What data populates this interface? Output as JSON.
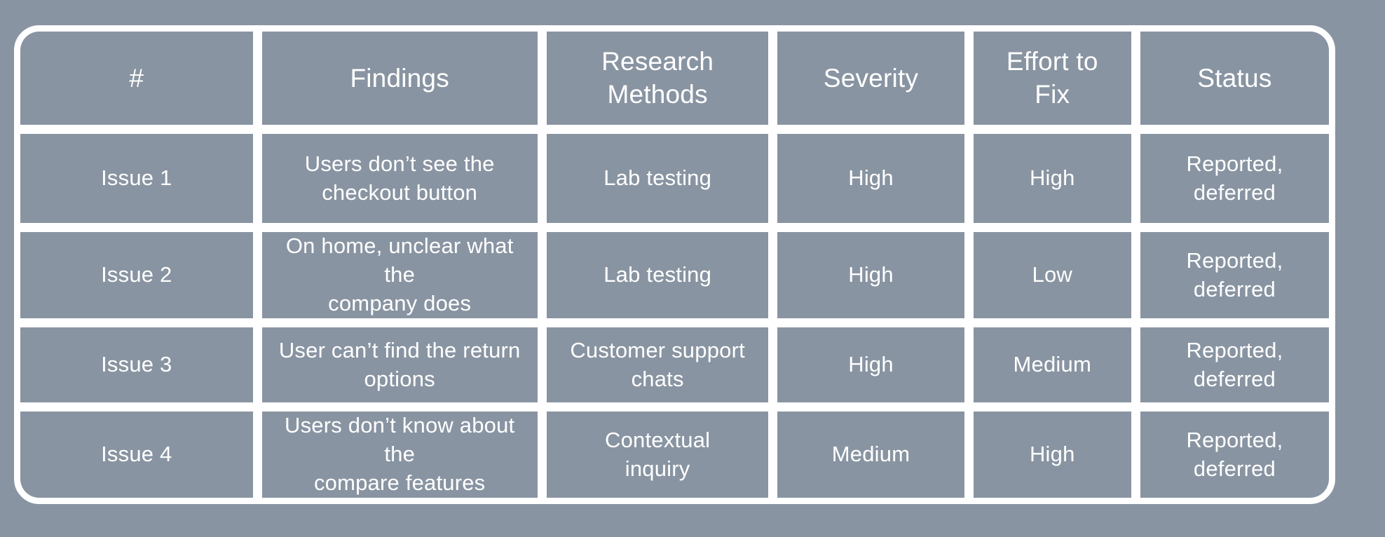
{
  "style": {
    "page_background_color": "#8994A2",
    "cell_background_color": "#8994A2",
    "divider_color": "#FFFFFF",
    "border_color": "#FFFFFF",
    "text_color": "#FFFFFF"
  },
  "table": {
    "header_display": [
      "#",
      "Findings",
      "Research\nMethods",
      "Severity",
      "Effort to\nFix",
      "Status"
    ],
    "rows_display": [
      [
        "Issue 1",
        "Users don’t see the\ncheckout button",
        "Lab testing",
        "High",
        "High",
        "Reported,\ndeferred"
      ],
      [
        "Issue 2",
        "On home, unclear what the\ncompany does",
        "Lab testing",
        "High",
        "Low",
        "Reported,\ndeferred"
      ],
      [
        "Issue 3",
        "User can’t find the return\noptions",
        "Customer support\nchats",
        "High",
        "Medium",
        "Reported,\ndeferred"
      ],
      [
        "Issue 4",
        "Users don’t know about the\ncompare features",
        "Contextual\ninquiry",
        "Medium",
        "High",
        "Reported,\ndeferred"
      ]
    ]
  },
  "chart_data": {
    "type": "table",
    "columns": [
      "#",
      "Findings",
      "Research Methods",
      "Severity",
      "Effort to Fix",
      "Status"
    ],
    "rows": [
      [
        "Issue 1",
        "Users don’t see the checkout button",
        "Lab testing",
        "High",
        "High",
        "Reported, deferred"
      ],
      [
        "Issue 2",
        "On home, unclear what the company does",
        "Lab testing",
        "High",
        "Low",
        "Reported, deferred"
      ],
      [
        "Issue 3",
        "User can’t find the return options",
        "Customer support chats",
        "High",
        "Medium",
        "Reported, deferred"
      ],
      [
        "Issue 4",
        "Users don’t know about the compare features",
        "Contextual inquiry",
        "Medium",
        "High",
        "Reported, deferred"
      ]
    ]
  }
}
